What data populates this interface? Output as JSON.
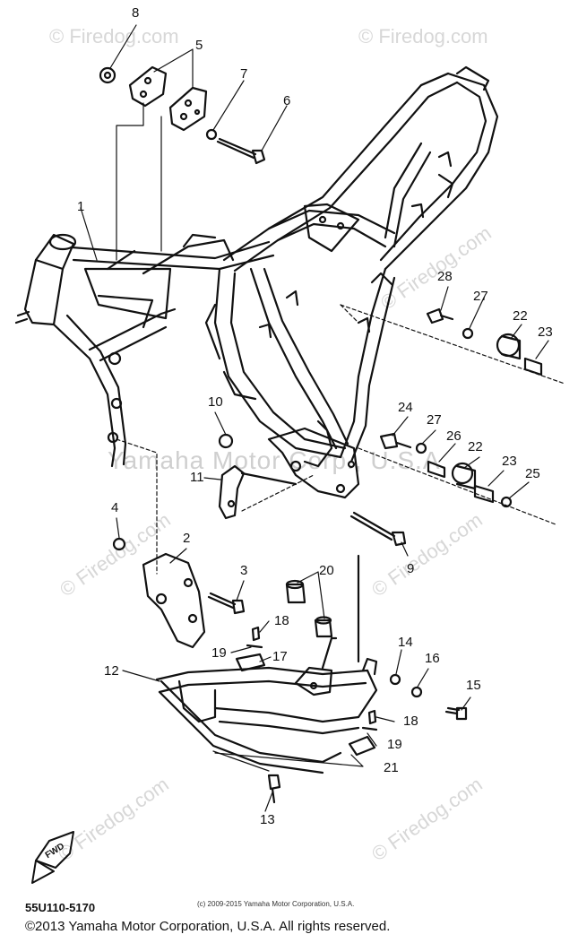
{
  "watermark": "© Firedog.com",
  "watermark_mid": "Yamaha Motor Corp., U.S.A.",
  "callouts": [
    "1",
    "2",
    "3",
    "4",
    "5",
    "6",
    "7",
    "8",
    "9",
    "10",
    "11",
    "12",
    "13",
    "14",
    "15",
    "16",
    "17",
    "18",
    "18",
    "19",
    "19",
    "20",
    "21",
    "22",
    "22",
    "23",
    "23",
    "24",
    "25",
    "26",
    "27",
    "27",
    "28"
  ],
  "fwd_label": "FWD",
  "diagram_code": "55U110-5170",
  "small_copyright": "(c) 2009-2015 Yamaha Motor Corporation, U.S.A.",
  "copyright": "©2013 Yamaha Motor Corporation, U.S.A. All rights reserved."
}
